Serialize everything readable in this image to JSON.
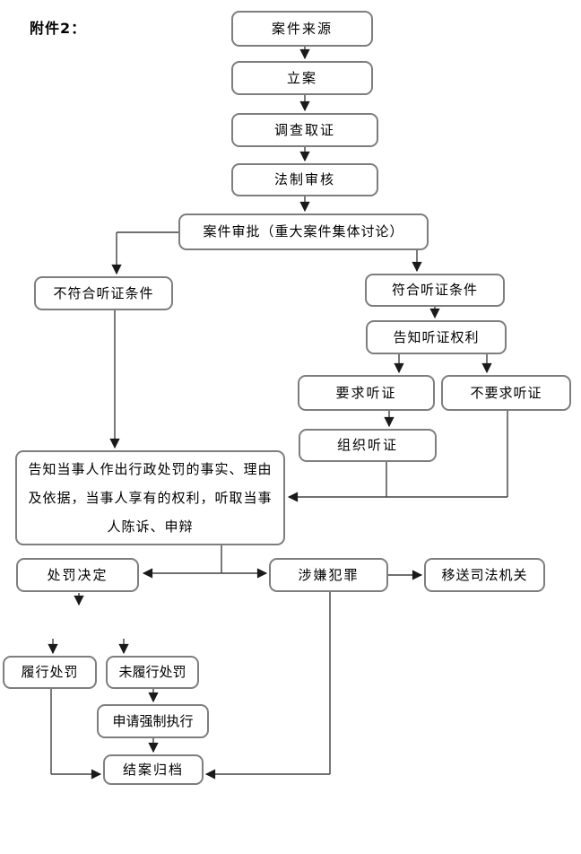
{
  "page": {
    "attachment_label": "附件2："
  },
  "colors": {
    "background": "#ffffff",
    "box_border": "#7e7e7e",
    "connector_line": "#404040",
    "arrowhead": "#1a1a1a",
    "text": "#000000"
  },
  "nodes": {
    "case_source": {
      "label": "案件来源"
    },
    "file_case": {
      "label": "立案"
    },
    "investigation": {
      "label": "调查取证"
    },
    "legal_review": {
      "label": "法制审核"
    },
    "case_approval": {
      "label": "案件审批（重大案件集体讨论）"
    },
    "no_hearing_cond": {
      "label": "不符合听证条件"
    },
    "hearing_cond": {
      "label": "符合听证条件"
    },
    "notify_hearing": {
      "label": "告知听证权利"
    },
    "request_hearing": {
      "label": "要求听证"
    },
    "no_request_hearing": {
      "label": "不要求听证"
    },
    "organize_hearing": {
      "label": "组织听证"
    },
    "inform_party": {
      "label": "告知当事人作出行政处罚的事实、理由及依据，当事人享有的权利，听取当事人陈诉、申辩"
    },
    "penalty_decision": {
      "label": "处罚决定"
    },
    "suspected_crime": {
      "label": "涉嫌犯罪"
    },
    "transfer_judicial": {
      "label": "移送司法机关"
    },
    "fulfill_penalty": {
      "label": "履行处罚"
    },
    "not_fulfill": {
      "label": "未履行处罚"
    },
    "apply_enforcement": {
      "label": "申请强制执行"
    },
    "close_archive": {
      "label": "结案归档"
    }
  },
  "edges": [
    {
      "from": "case_source",
      "to": "file_case"
    },
    {
      "from": "file_case",
      "to": "investigation"
    },
    {
      "from": "investigation",
      "to": "legal_review"
    },
    {
      "from": "legal_review",
      "to": "case_approval"
    },
    {
      "from": "case_approval",
      "to": "no_hearing_cond"
    },
    {
      "from": "case_approval",
      "to": "hearing_cond"
    },
    {
      "from": "hearing_cond",
      "to": "notify_hearing"
    },
    {
      "from": "notify_hearing",
      "to": "request_hearing"
    },
    {
      "from": "notify_hearing",
      "to": "no_request_hearing"
    },
    {
      "from": "request_hearing",
      "to": "organize_hearing"
    },
    {
      "from": "organize_hearing",
      "to": "inform_party"
    },
    {
      "from": "no_request_hearing",
      "to": "inform_party"
    },
    {
      "from": "no_hearing_cond",
      "to": "inform_party"
    },
    {
      "from": "inform_party",
      "to": "penalty_decision"
    },
    {
      "from": "inform_party",
      "to": "suspected_crime"
    },
    {
      "from": "suspected_crime",
      "to": "transfer_judicial"
    },
    {
      "from": "penalty_decision",
      "to": "fulfill_penalty"
    },
    {
      "from": "penalty_decision",
      "to": "not_fulfill"
    },
    {
      "from": "not_fulfill",
      "to": "apply_enforcement"
    },
    {
      "from": "apply_enforcement",
      "to": "close_archive"
    },
    {
      "from": "fulfill_penalty",
      "to": "close_archive"
    },
    {
      "from": "suspected_crime",
      "to": "close_archive"
    }
  ]
}
